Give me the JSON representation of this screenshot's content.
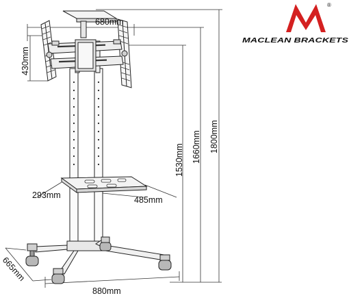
{
  "brand": {
    "name": "MACLEAN BRACKETS",
    "registered_mark": "®",
    "accent": "#d42020",
    "ink": "#111111"
  },
  "dimensions": {
    "top_width": "680mm",
    "mount_height": "430mm",
    "shelf_depth": "293mm",
    "shelf_width": "485mm",
    "base_depth": "665mm",
    "base_width": "880mm",
    "height_shelf": "1530mm",
    "height_mount": "1660mm",
    "height_total": "1800mm"
  }
}
